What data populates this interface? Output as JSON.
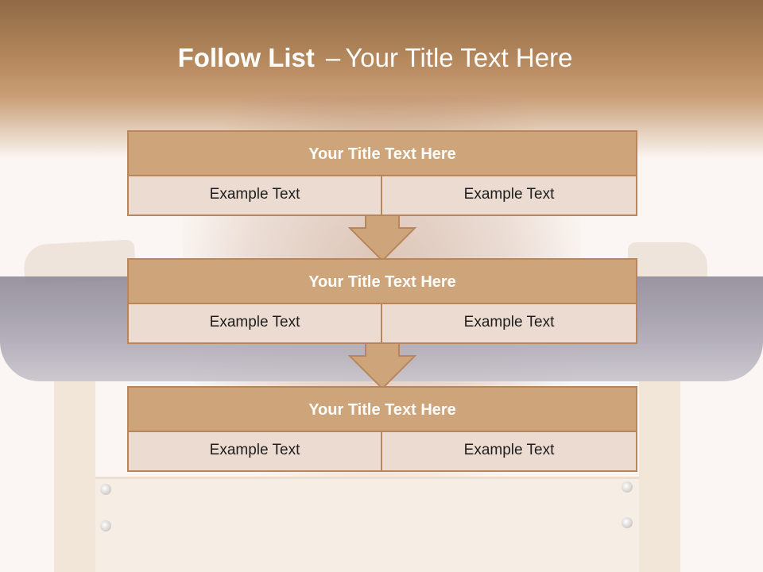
{
  "slide": {
    "title_main": "Follow List",
    "title_separator": "–",
    "title_sub": "Your Title Text Here"
  },
  "blocks": [
    {
      "title": "Your Title Text Here",
      "cells": [
        "Example Text",
        "Example Text"
      ]
    },
    {
      "title": "Your Title Text Here",
      "cells": [
        "Example Text",
        "Example Text"
      ]
    },
    {
      "title": "Your Title Text Here",
      "cells": [
        "Example Text",
        "Example Text"
      ]
    }
  ],
  "colors": {
    "header_fill": "#cea57b",
    "border": "#b8865a",
    "cell_fill": "#ecdbd0",
    "title_band": "#8f6a45"
  },
  "icons": {
    "connector": "down-arrow-icon"
  }
}
